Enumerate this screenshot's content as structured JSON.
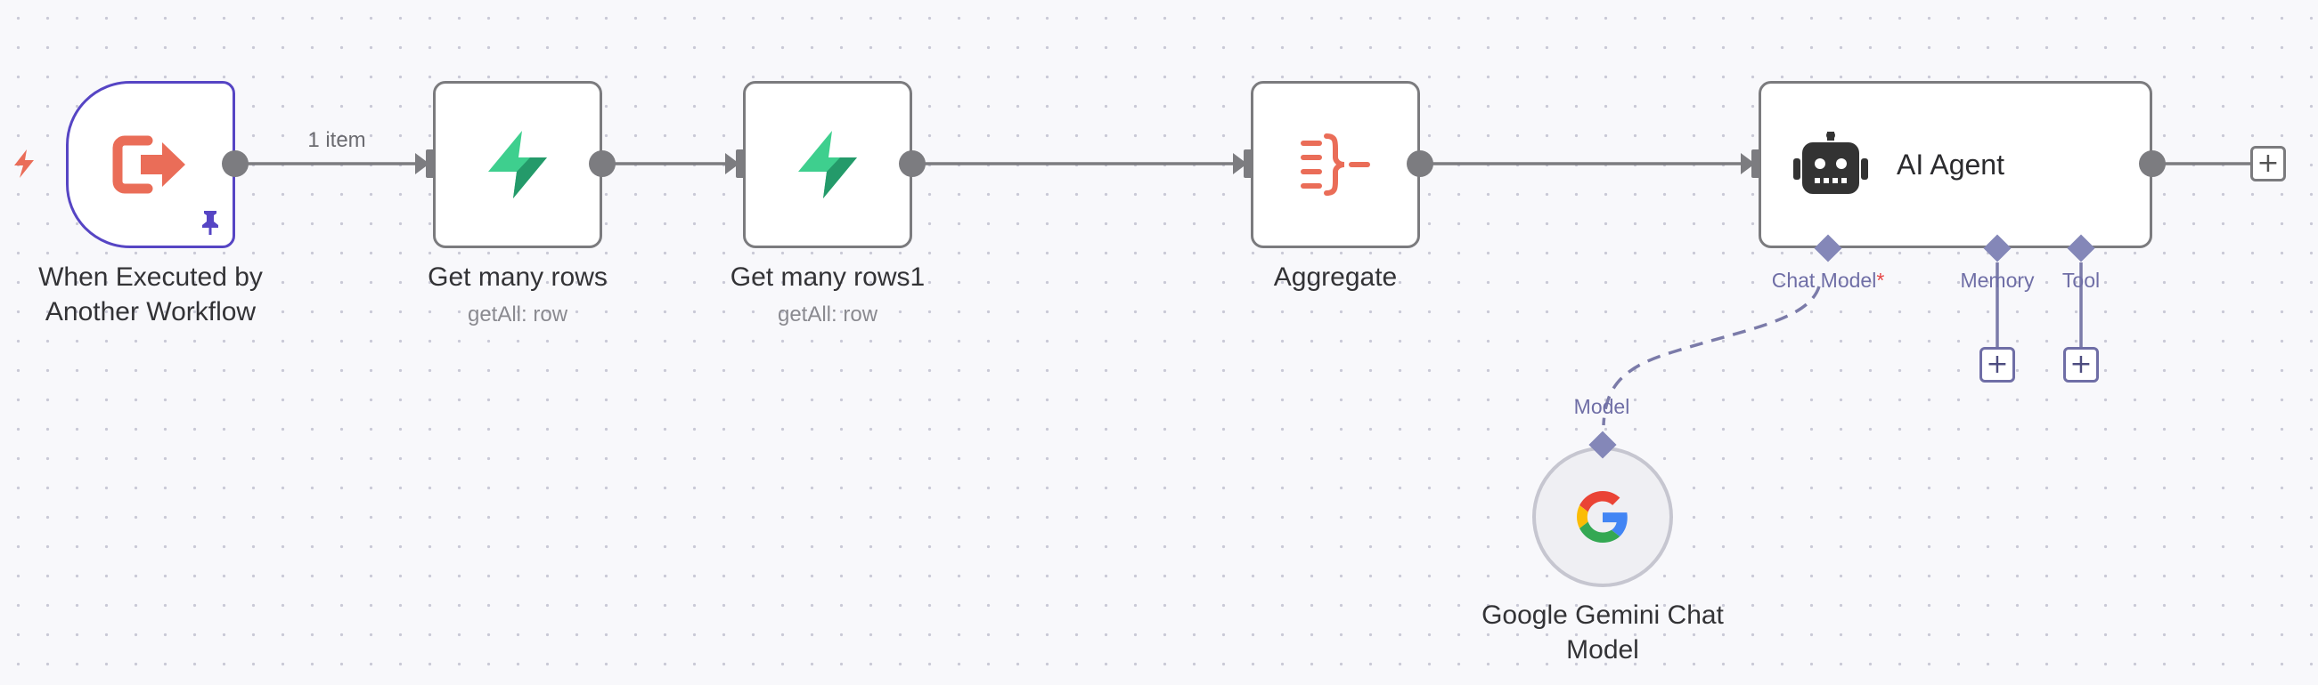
{
  "workflow": {
    "nodes": [
      {
        "id": "trigger",
        "title": "When Executed by Another Workflow",
        "title_lines": [
          "When Executed by",
          "Another Workflow"
        ],
        "subtitle": "",
        "icon": "execute-workflow-trigger-icon",
        "pinned": true
      },
      {
        "id": "rows1",
        "title": "Get many rows",
        "subtitle": "getAll: row",
        "icon": "supabase-icon"
      },
      {
        "id": "rows2",
        "title": "Get many rows1",
        "subtitle": "getAll: row",
        "icon": "supabase-icon"
      },
      {
        "id": "aggregate",
        "title": "Aggregate",
        "subtitle": "",
        "icon": "aggregate-icon"
      },
      {
        "id": "agent",
        "title": "AI Agent",
        "subtitle": "",
        "icon": "robot-icon",
        "handles": {
          "chat_model": "Chat Model",
          "chat_model_required": "*",
          "memory": "Memory",
          "tool": "Tool"
        }
      },
      {
        "id": "gemini",
        "title": "Google Gemini Chat Model",
        "title_lines": [
          "Google Gemini Chat",
          "Model"
        ],
        "icon": "google-icon",
        "handle": "Model"
      }
    ],
    "edges": [
      {
        "from": "trigger",
        "to": "rows1",
        "label": "1 item"
      },
      {
        "from": "rows1",
        "to": "rows2",
        "label": ""
      },
      {
        "from": "rows2",
        "to": "aggregate",
        "label": ""
      },
      {
        "from": "aggregate",
        "to": "agent",
        "label": ""
      },
      {
        "from": "gemini",
        "to": "agent.chat_model",
        "label": "",
        "style": "dashed"
      }
    ],
    "add_node_symbol": "+"
  },
  "colors": {
    "canvas_bg": "#f8f8fb",
    "node_border": "#7b7b7e",
    "trigger_border": "#5645c4",
    "ai_handle": "#8487b8",
    "ai_label": "#6f6ea6",
    "supabase_green": "#3ecf8e",
    "n8n_orange": "#ea6d58",
    "required_red": "#e64545"
  }
}
